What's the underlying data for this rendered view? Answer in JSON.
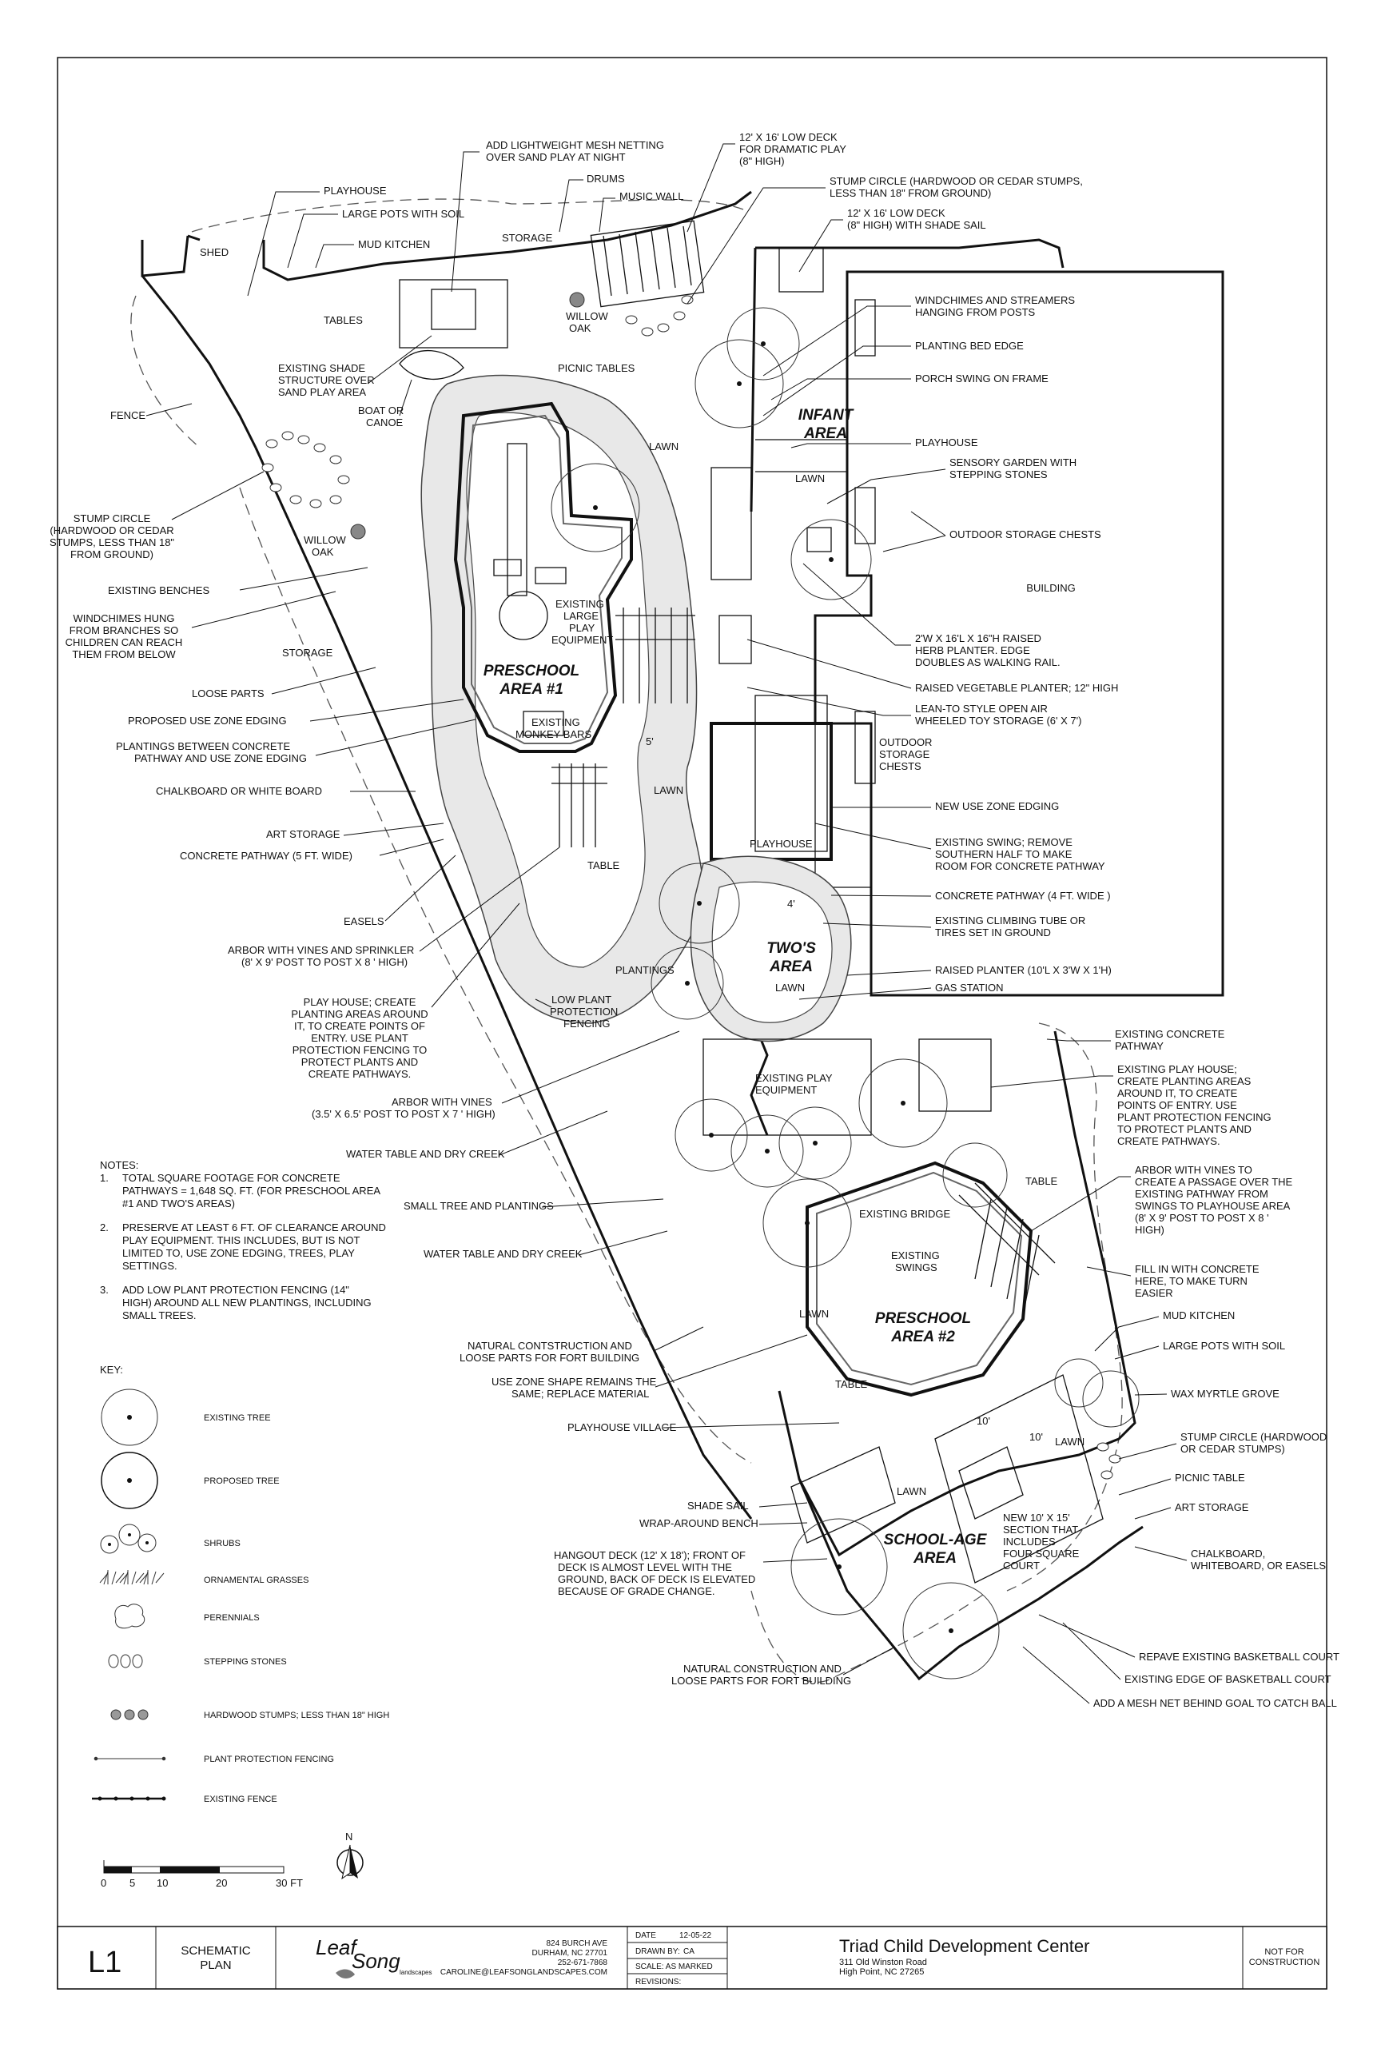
{
  "sheet": {
    "number": "L1",
    "title_line1": "SCHEMATIC",
    "title_line2": "PLAN",
    "firm_name_1": "Leaf",
    "firm_name_2": "Song",
    "firm_sub": "landscapes",
    "firm_addr1": "824 BURCH AVE",
    "firm_addr2": "DURHAM, NC 27701",
    "firm_phone": "252-671-7868",
    "firm_email": "CAROLINE@LEAFSONGLANDSCAPES.COM",
    "date_label": "DATE",
    "date_value": "12-05-22",
    "drawn_label": "DRAWN BY:",
    "drawn_value": "CA",
    "scale_label": "SCALE: AS MARKED",
    "revisions_label": "REVISIONS:",
    "project_name": "Triad Child Development Center",
    "project_addr1": "311 Old Winston Road",
    "project_addr2": "High Point, NC 27265",
    "status1": "NOT FOR",
    "status2": "CONSTRUCTION"
  },
  "areas": {
    "preschool1_a": "PRESCHOOL",
    "preschool1_b": "AREA #1",
    "infant_a": "INFANT",
    "infant_b": "AREA",
    "twos_a": "TWO'S",
    "twos_b": "AREA",
    "preschool2_a": "PRESCHOOL",
    "preschool2_b": "AREA #2",
    "school_a": "SCHOOL-AGE",
    "school_b": "AREA",
    "building": "BUILDING"
  },
  "labels": {
    "shed": "SHED",
    "playhouse_top": "PLAYHOUSE",
    "large_pots": "LARGE POTS WITH SOIL",
    "mud_kitchen": "MUD KITCHEN",
    "storage_top": "STORAGE",
    "mesh_netting_1": "ADD LIGHTWEIGHT MESH NETTING",
    "mesh_netting_2": "OVER SAND PLAY AT NIGHT",
    "drums": "DRUMS",
    "music_wall": "MUSIC WALL",
    "low_deck_1": "12' X 16' LOW DECK",
    "low_deck_2": "FOR DRAMATIC PLAY",
    "low_deck_3": "(8\" HIGH)",
    "stump_top_1": "STUMP CIRCLE (HARDWOOD OR CEDAR STUMPS,",
    "stump_top_2": "LESS THAN 18\" FROM GROUND)",
    "deck_shade_1": "12' X 16' LOW DECK",
    "deck_shade_2": "(8\" HIGH) WITH SHADE SAIL",
    "tables": "TABLES",
    "willow_oak_1a": "WILLOW",
    "willow_oak_1b": "OAK",
    "picnic_tables": "PICNIC TABLES",
    "shade_struct_1": "EXISTING SHADE",
    "shade_struct_2": "STRUCTURE OVER",
    "shade_struct_3": "SAND PLAY AREA",
    "boat_1": "BOAT OR",
    "boat_2": "CANOE",
    "fence": "FENCE",
    "lawn_1": "LAWN",
    "stump_left_1": "STUMP CIRCLE",
    "stump_left_2": "(HARDWOOD OR CEDAR",
    "stump_left_3": "STUMPS, LESS THAN 18\"",
    "stump_left_4": "FROM GROUND)",
    "willow_oak_2a": "WILLOW",
    "willow_oak_2b": "OAK",
    "existing_benches": "EXISTING BENCHES",
    "windchimes_hung_1": "WINDCHIMES HUNG",
    "windchimes_hung_2": "FROM BRANCHES SO",
    "windchimes_hung_3": "CHILDREN CAN REACH",
    "windchimes_hung_4": "THEM FROM BELOW",
    "storage_left": "STORAGE",
    "loose_parts": "LOOSE PARTS",
    "use_zone_edging": "PROPOSED USE ZONE EDGING",
    "plantings_between_1": "PLANTINGS BETWEEN CONCRETE",
    "plantings_between_2": "PATHWAY AND USE ZONE EDGING",
    "chalkboard_left": "CHALKBOARD OR WHITE BOARD",
    "art_storage_left": "ART STORAGE",
    "concrete_5ft": "CONCRETE PATHWAY (5 FT. WIDE)",
    "easels": "EASELS",
    "arbor_sprinkler_1": "ARBOR WITH VINES AND SPRINKLER",
    "arbor_sprinkler_2": "(8' X 9' POST TO POST X 8 ' HIGH)",
    "existing_play_eq_1": "EXISTING",
    "existing_play_eq_2": "LARGE",
    "existing_play_eq_3": "PLAY",
    "existing_play_eq_4": "EQUIPMENT",
    "monkey_bars_1": "EXISTING",
    "monkey_bars_2": "MONKEY BARS",
    "dim_5": "5'",
    "windchimes_posts_1": "WINDCHIMES AND STREAMERS",
    "windchimes_posts_2": "HANGING FROM POSTS",
    "planting_bed_edge": "PLANTING BED EDGE",
    "porch_swing": "PORCH SWING ON FRAME",
    "playhouse_infant": "PLAYHOUSE",
    "sensory_1": "SENSORY GARDEN WITH",
    "sensory_2": "STEPPING STONES",
    "lawn_infant": "LAWN",
    "outdoor_storage_chests": "OUTDOOR STORAGE CHESTS",
    "herb_planter_1": "2'W x 16'L X 16\"H RAISED",
    "herb_planter_2": "HERB PLANTER. EDGE",
    "herb_planter_3": "DOUBLES AS WALKING RAIL.",
    "raised_veg": "RAISED VEGETABLE PLANTER; 12\" HIGH",
    "lean_to_1": "LEAN-TO STYLE OPEN AIR",
    "lean_to_2": "WHEELED TOY STORAGE (6' X 7')",
    "outdoor_storage_2_1": "OUTDOOR",
    "outdoor_storage_2_2": "STORAGE",
    "outdoor_storage_2_3": "CHESTS",
    "lawn_mid": "LAWN",
    "new_use_zone": "NEW USE ZONE EDGING",
    "swing_1": "EXISTING SWING; REMOVE",
    "swing_2": "SOUTHERN HALF TO MAKE",
    "swing_3": "ROOM FOR CONCRETE PATHWAY",
    "playhouse_twos": "PLAYHOUSE",
    "table_mid": "TABLE",
    "concrete_4ft": "CONCRETE PATHWAY (4 FT. WIDE )",
    "dim_4": "4'",
    "climbing_tube_1": "EXISTING CLIMBING TUBE OR",
    "climbing_tube_2": "TIRES SET IN GROUND",
    "plantings_mid": "PLANTINGS",
    "lawn_twos": "LAWN",
    "raised_planter": "RAISED PLANTER (10'L X 3'W X 1'H)",
    "gas_station": "GAS STATION",
    "play_house_create_1": "PLAY HOUSE; CREATE",
    "play_house_create_2": "PLANTING AREAS AROUND",
    "play_house_create_3": "IT, TO CREATE POINTS OF",
    "play_house_create_4": "ENTRY. USE PLANT",
    "play_house_create_5": "PROTECTION FENCING TO",
    "play_house_create_6": "PROTECT PLANTS AND",
    "play_house_create_7": "CREATE PATHWAYS.",
    "low_plant_1": "LOW PLANT",
    "low_plant_2": "PROTECTION",
    "low_plant_3": "FENCING",
    "arbor_vines_left_1": "ARBOR WITH VINES",
    "arbor_vines_left_2": "(3.5' X 6.5' POST TO POST X 7 ' HIGH)",
    "water_table_1": "WATER TABLE AND DRY CREEK",
    "existing_play_eq2_1": "EXISTING PLAY",
    "existing_play_eq2_2": "EQUIPMENT",
    "existing_concrete_1": "EXISTING CONCRETE",
    "existing_concrete_2": "PATHWAY",
    "existing_ph_1": "EXISTING PLAY HOUSE;",
    "existing_ph_2": "CREATE PLANTING AREAS",
    "existing_ph_3": "AROUND IT, TO CREATE",
    "existing_ph_4": "POINTS OF ENTRY. USE",
    "existing_ph_5": "PLANT PROTECTION FENCING",
    "existing_ph_6": "TO PROTECT PLANTS AND",
    "existing_ph_7": "CREATE PATHWAYS.",
    "arbor_right_1": "ARBOR WITH VINES TO",
    "arbor_right_2": "CREATE A PASSAGE OVER THE",
    "arbor_right_3": "EXISTING PATHWAY FROM",
    "arbor_right_4": "SWINGS TO PLAYHOUSE AREA",
    "arbor_right_5": "(8' X 9' POST TO POST X 8 '",
    "arbor_right_6": "HIGH)",
    "table_right": "TABLE",
    "existing_bridge": "EXISTING BRIDGE",
    "existing_swings_1": "EXISTING",
    "existing_swings_2": "SWINGS",
    "fill_in_1": "FILL IN WITH CONCRETE",
    "fill_in_2": "HERE, TO MAKE TURN",
    "fill_in_3": "EASIER",
    "small_tree": "SMALL TREE AND PLANTINGS",
    "water_table_2": "WATER TABLE AND DRY CREEK",
    "lawn_p2": "LAWN",
    "natural_1a": "NATURAL CONTSTRUCTION AND",
    "natural_1b": "LOOSE PARTS FOR FORT BUILDING",
    "zone_shape_1": "USE ZONE SHAPE REMAINS THE",
    "zone_shape_2": "SAME; REPLACE MATERIAL",
    "table_low": "TABLE",
    "playhouse_village": "PLAYHOUSE VILLAGE",
    "mud_kitchen_right": "MUD KITCHEN",
    "large_pots_right": "LARGE POTS WITH SOIL",
    "wax_myrtle": "WAX MYRTLE GROVE",
    "dim_10a": "10'",
    "dim_10b": "10'",
    "lawn_r": "LAWN",
    "stump_right_1": "STUMP CIRCLE (HARDWOOD",
    "stump_right_2": "OR CEDAR STUMPS)",
    "picnic_table_r": "PICNIC TABLE",
    "art_storage_r": "ART STORAGE",
    "lawn_school": "LAWN",
    "shade_sail": "SHADE SAIL",
    "wrap_bench": "WRAP-AROUND BENCH",
    "hangout_1": "HANGOUT DECK (12' X 18'); FRONT OF",
    "hangout_2": "DECK IS ALMOST LEVEL WITH THE",
    "hangout_3": "GROUND, BACK OF DECK IS ELEVATED",
    "hangout_4": "BECAUSE OF GRADE CHANGE.",
    "four_square_1": "NEW 10' X 15'",
    "four_square_2": "SECTION THAT",
    "four_square_3": "INCLUDES",
    "four_square_4": "FOUR SQUARE",
    "four_square_5": "COURT",
    "chalk_right_1": "CHALKBOARD,",
    "chalk_right_2": "WHITEBOARD, OR EASELS",
    "natural_2a": "NATURAL CONSTRUCTION AND",
    "natural_2b": "LOOSE PARTS FOR FORT BUILDING",
    "repave": "REPAVE EXISTING BASKETBALL COURT",
    "edge_basketball": "EXISTING EDGE OF BASKETBALL COURT",
    "mesh_goal": "ADD A MESH NET BEHIND GOAL TO CATCH BALL"
  },
  "notes": {
    "title": "NOTES:",
    "n1_num": "1.",
    "n1_a": "TOTAL SQUARE FOOTAGE FOR CONCRETE",
    "n1_b": "PATHWAYS = 1,648 SQ. FT. (FOR PRESCHOOL AREA",
    "n1_c": "#1 AND TWO'S AREAS)",
    "n2_num": "2.",
    "n2_a": "PRESERVE AT LEAST 6 FT. OF CLEARANCE AROUND",
    "n2_b": "PLAY EQUIPMENT. THIS INCLUDES, BUT IS NOT",
    "n2_c": "LIMITED TO, USE ZONE EDGING, TREES, PLAY",
    "n2_d": "SETTINGS.",
    "n3_num": "3.",
    "n3_a": "ADD LOW PLANT PROTECTION FENCING (14\"",
    "n3_b": "HIGH) AROUND ALL NEW PLANTINGS, INCLUDING",
    "n3_c": "SMALL TREES."
  },
  "key": {
    "title": "KEY:",
    "existing_tree": "EXISTING TREE",
    "proposed_tree": "PROPOSED TREE",
    "shrubs": "SHRUBS",
    "grasses": "ORNAMENTAL GRASSES",
    "perennials": "PERENNIALS",
    "stepping": "STEPPING STONES",
    "stumps": "HARDWOOD STUMPS; LESS THAN 18\" HIGH",
    "protection": "PLANT PROTECTION FENCING",
    "fence": "EXISTING FENCE"
  },
  "scale_bar": {
    "t0": "0",
    "t5": "5",
    "t10": "10",
    "t20": "20",
    "t30": "30 FT"
  },
  "north": "N"
}
